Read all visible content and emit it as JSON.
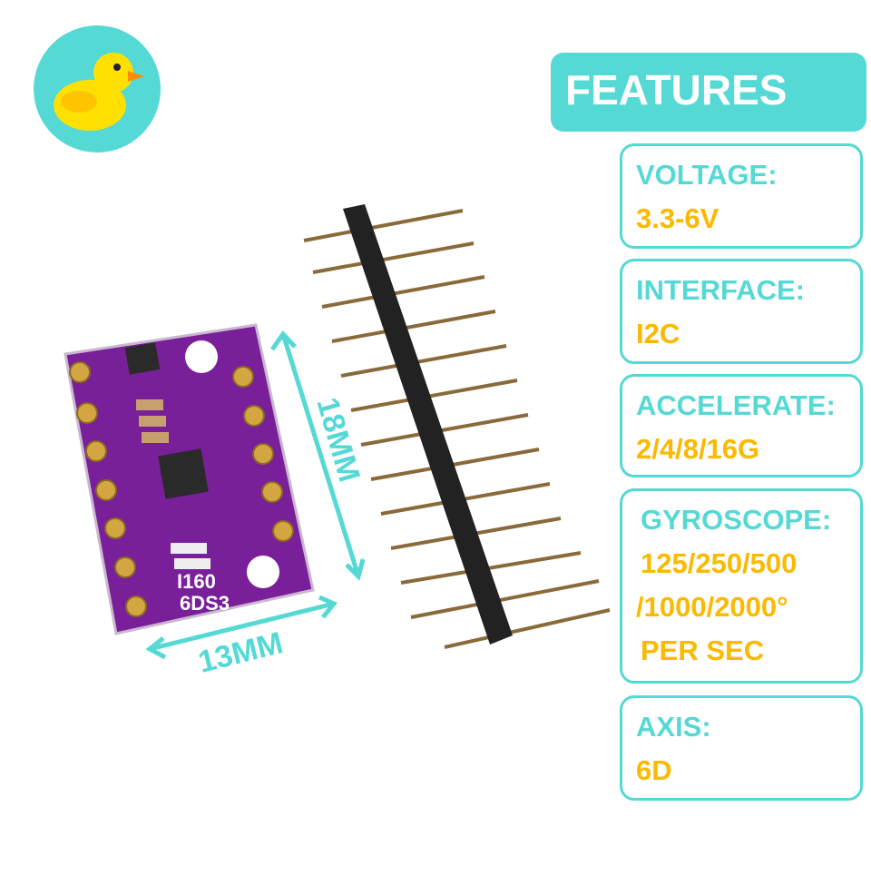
{
  "logo": {
    "icon": "duck-icon",
    "background": "#55d9d4"
  },
  "features": {
    "title": "FEATURES",
    "items": [
      {
        "label": "VOLTAGE:",
        "value": [
          "3.3-6V"
        ]
      },
      {
        "label": "INTERFACE:",
        "value": [
          "I2C"
        ]
      },
      {
        "label": "ACCELERATE:",
        "value": [
          "2/4/8/16G"
        ]
      },
      {
        "label": "GYROSCOPE:",
        "value": [
          "125/250/500",
          "/1000/2000°",
          "PER SEC"
        ]
      },
      {
        "label": "AXIS:",
        "value": [
          "6D"
        ]
      }
    ]
  },
  "product": {
    "board_text": [
      "I160",
      "6DS3"
    ],
    "height_dim": "18MM",
    "width_dim": "13MM"
  },
  "colors": {
    "accent": "#55d9d4",
    "value": "#fbb900",
    "pcb": "#7a1f9a"
  }
}
